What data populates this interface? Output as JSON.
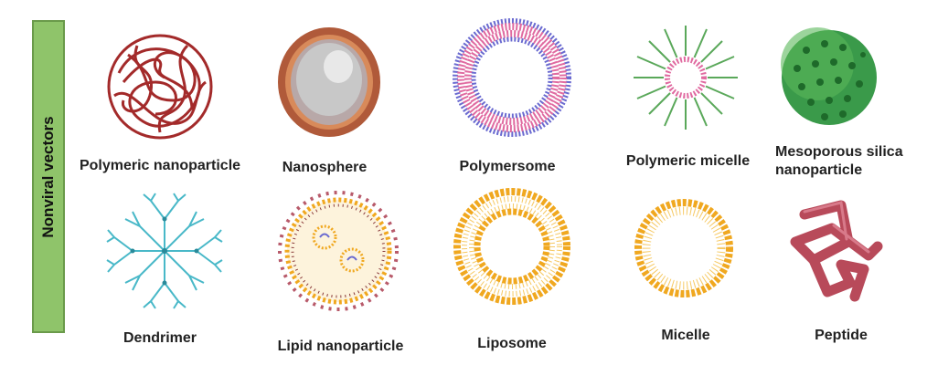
{
  "category_label": "Nonviral vectors",
  "items": [
    {
      "label": "Polymeric nanoparticle",
      "icon": "polymeric-nanoparticle-icon"
    },
    {
      "label": "Nanosphere",
      "icon": "nanosphere-icon"
    },
    {
      "label": "Polymersome",
      "icon": "polymersome-icon"
    },
    {
      "label": "Polymeric micelle",
      "icon": "polymeric-micelle-icon"
    },
    {
      "label": "Mesoporous silica\nnanoparticle",
      "icon": "mesoporous-silica-icon"
    },
    {
      "label": "Dendrimer",
      "icon": "dendrimer-icon"
    },
    {
      "label": "Lipid nanoparticle",
      "icon": "lipid-nanoparticle-icon"
    },
    {
      "label": "Liposome",
      "icon": "liposome-icon"
    },
    {
      "label": "Micelle",
      "icon": "micelle-icon"
    },
    {
      "label": "Peptide",
      "icon": "peptide-icon"
    }
  ],
  "colors": {
    "banner": "#8fc46a",
    "polymer": "#a32a2a",
    "nanosphere_shell": "#b05a3a",
    "polymersome_blue": "#6a6ad0",
    "polymersome_pink": "#e06aa0",
    "micelle_green": "#5aa85a",
    "silica_green": "#3a9a4a",
    "dendrimer": "#48b8c8",
    "lipid_orange": "#f0a820",
    "peptide": "#b84a5a"
  }
}
